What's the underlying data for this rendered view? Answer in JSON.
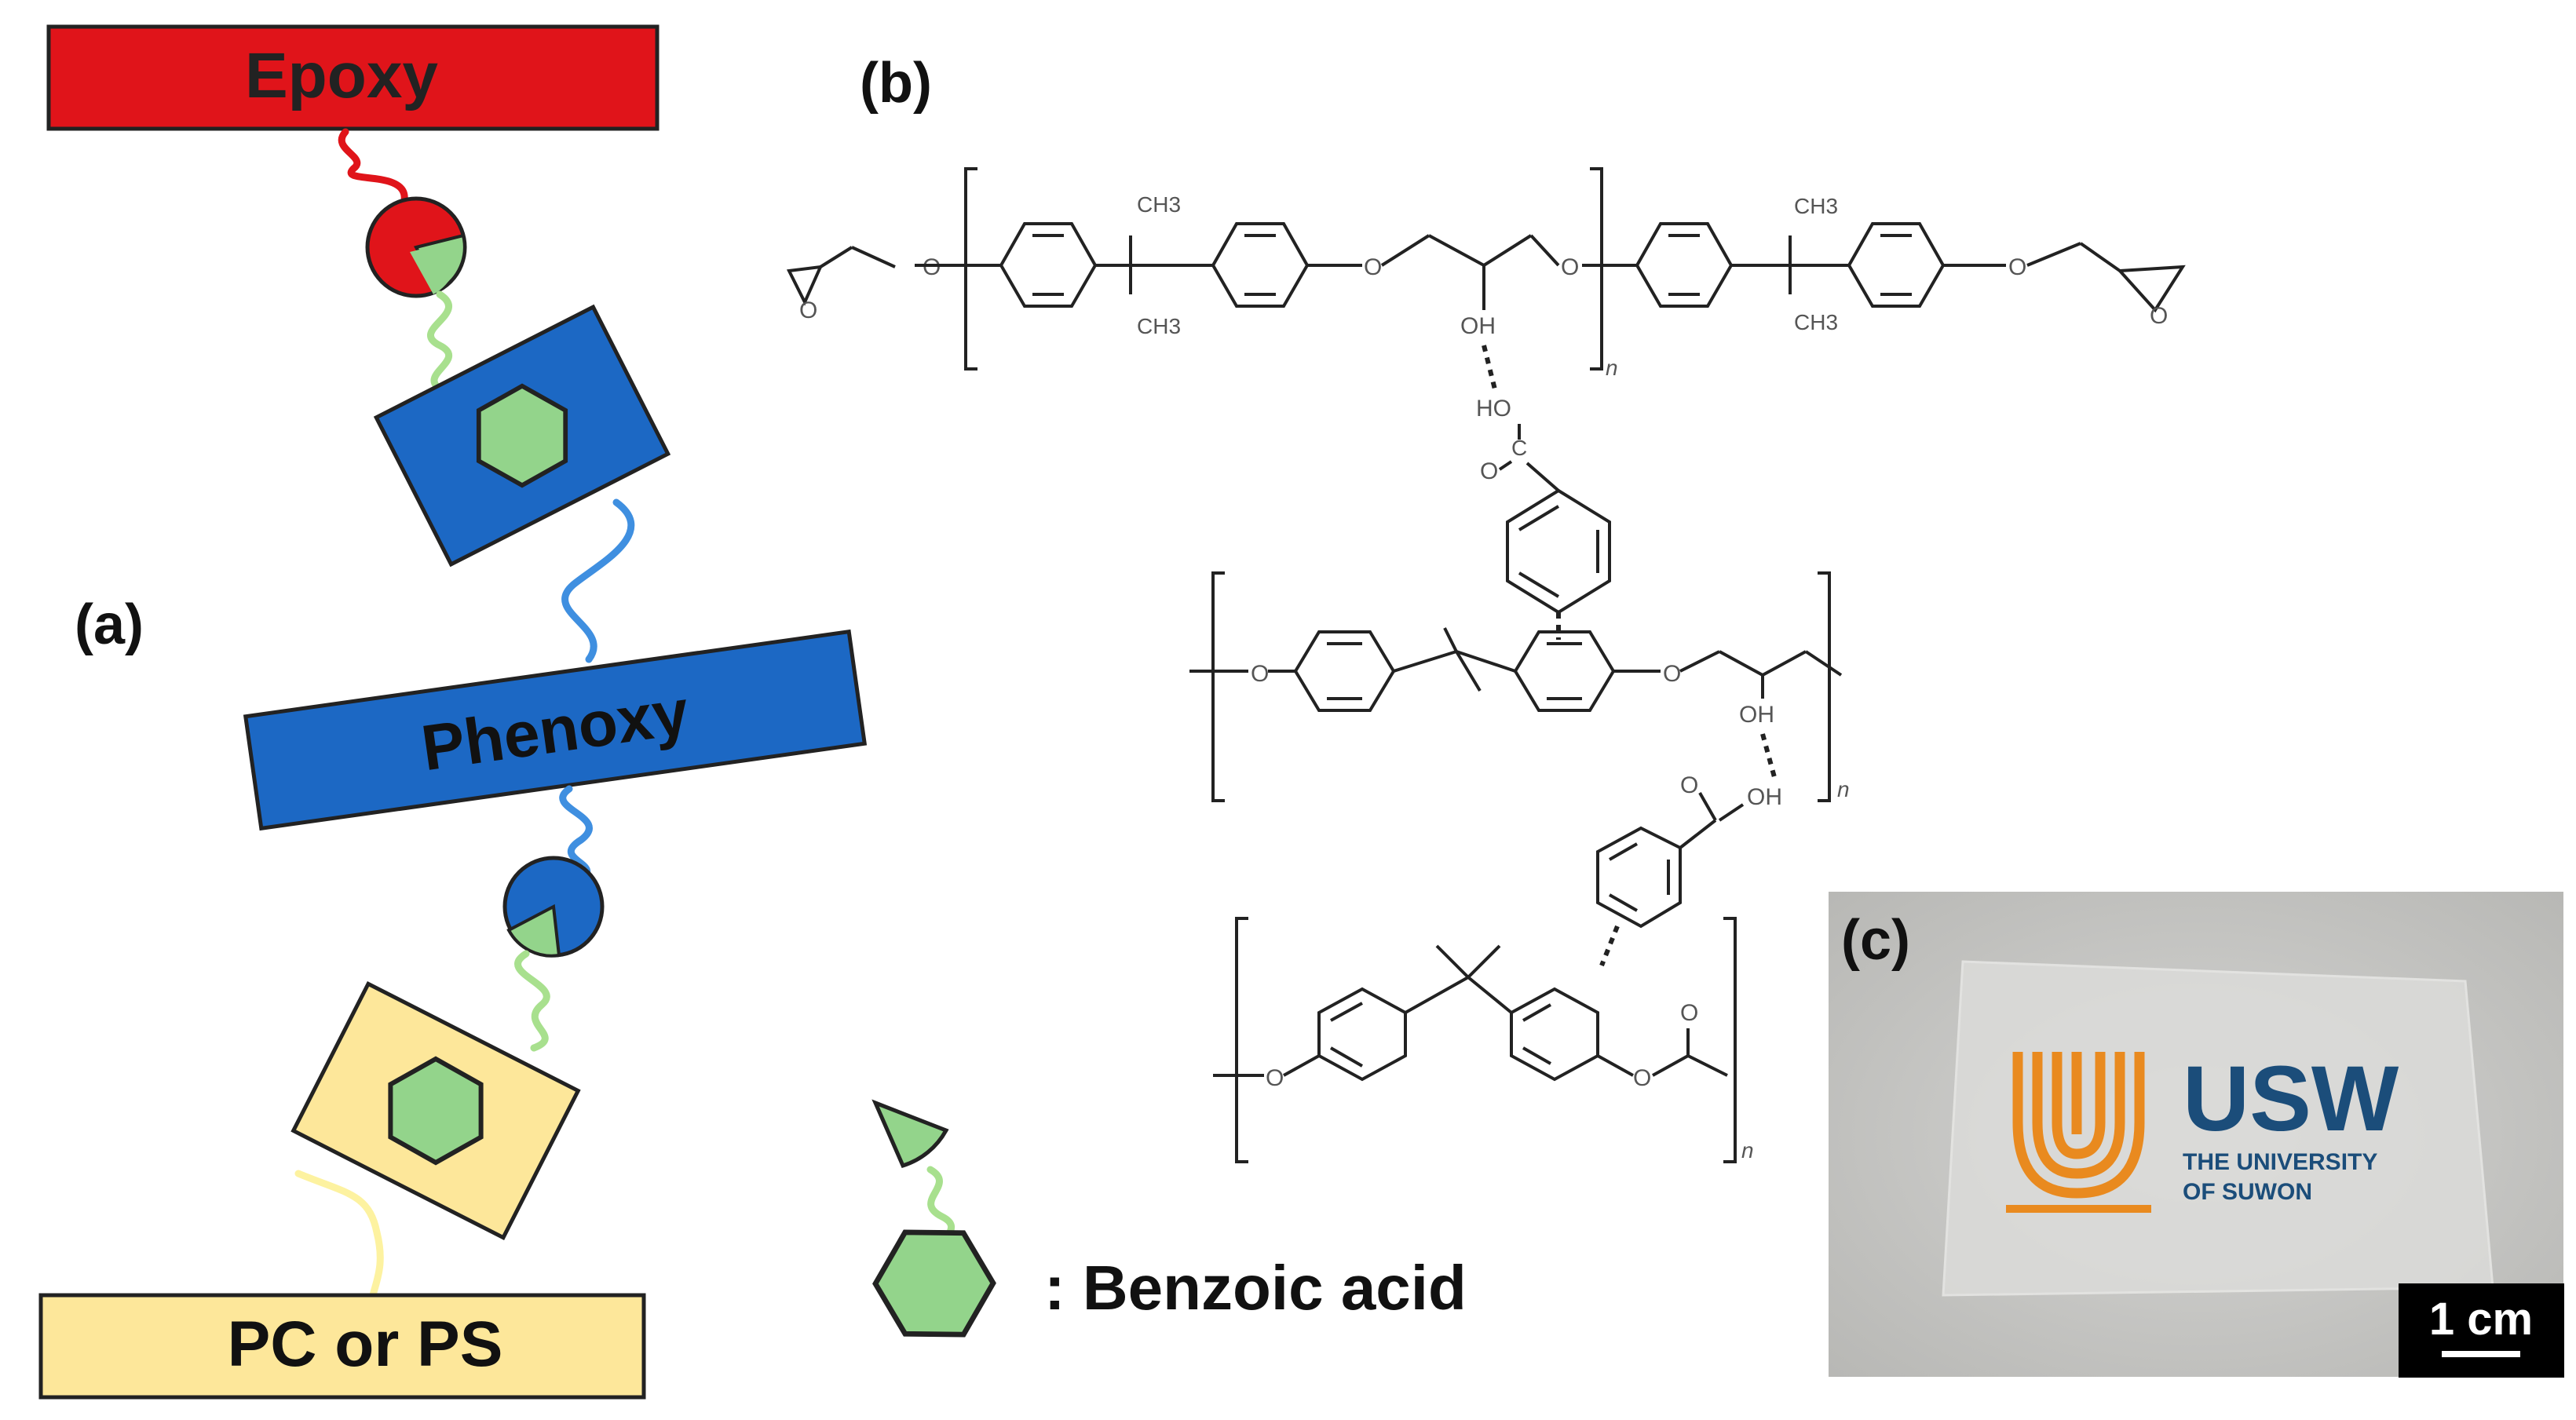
{
  "panel_a": {
    "label": "(a)",
    "epoxy_label": "Epoxy",
    "phenoxy_label": "Phenoxy",
    "pc_ps_label": "PC or PS"
  },
  "panel_b": {
    "label": "(b)",
    "groups": {
      "ch3": "CH3",
      "o": "O",
      "oh": "OH",
      "ho": "HO",
      "c": "C",
      "n": "n"
    }
  },
  "legend": {
    "benzoic_acid_label": ": Benzoic acid"
  },
  "panel_c": {
    "label": "(c)",
    "logo_text": "USW",
    "logo_subtitle_line1": "THE UNIVERSITY",
    "logo_subtitle_line2": "OF SUWON",
    "scale_bar_label": "1 cm"
  },
  "colors": {
    "epoxy_red": "#e0141a",
    "phenoxy_blue": "#1c68c4",
    "pcps_yellow": "#fde79a",
    "benzoic_green": "#93d48b",
    "chain_green": "#a8e08e",
    "chain_blue": "#3f8fe0",
    "chain_yellow": "#fdf2a0",
    "logo_orange": "#e98a1f",
    "logo_navy": "#1b4d7a"
  }
}
